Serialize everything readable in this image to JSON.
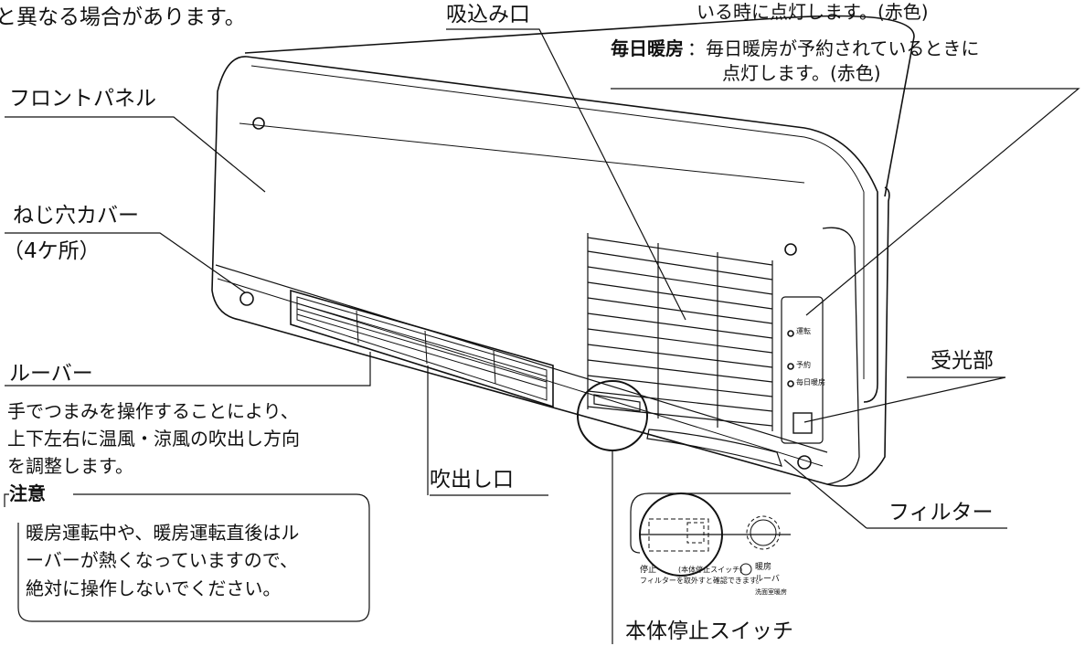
{
  "labels": {
    "top_note": "と異なる場合があります。",
    "front_panel": "フロントパネル",
    "screw_cover": "ねじ穴カバー",
    "screw_cover_count": "（4ケ所）",
    "louver": "ルーバー",
    "louver_desc_1": "手でつまみを操作することにより、",
    "louver_desc_2": "上下左右に温風・涼風の吹出し方向",
    "louver_desc_3": "を調整します。",
    "caution_title": "注意",
    "caution_1": "暖房運転中や、暖房運転直後はル",
    "caution_2": "ーバーが熱くなっていますので、",
    "caution_3": "絶対に操作しないでください。",
    "intake": "吸込み口",
    "outlet": "吹出し口",
    "receiver": "受光部",
    "filter": "フィルター",
    "stop_switch": "本体停止スイッチ",
    "indicator_note_1": "いる時に点灯します。(赤色)",
    "daily_heat_term": "毎日暖房",
    "daily_heat_desc_1": "：毎日暖房が予約されているときに",
    "daily_heat_desc_2": "点灯します。(赤色)"
  },
  "panel_indicators": [
    "運転",
    "予約",
    "毎日暖房"
  ],
  "inset": {
    "stop_label": "停止",
    "switch_text": "(本体停止スイッチ)",
    "filter_text": "フィルターを取外すと確認できます。",
    "heat_label": "暖房",
    "louver_label": "ルーバ",
    "model_text": "洗面室暖房"
  }
}
